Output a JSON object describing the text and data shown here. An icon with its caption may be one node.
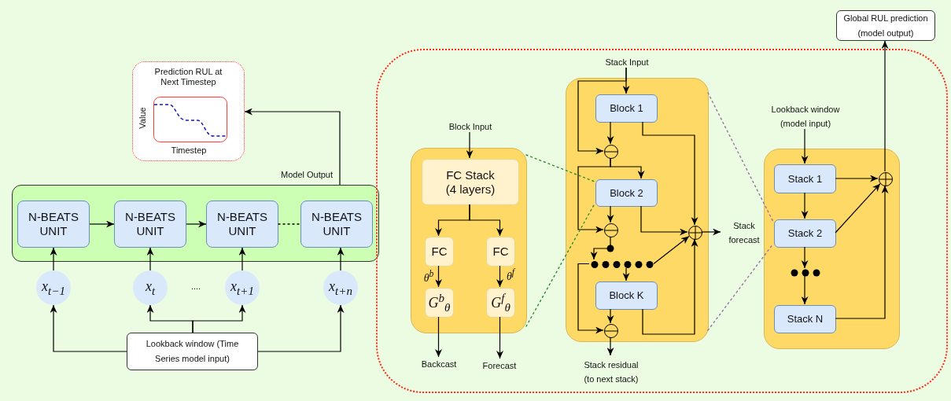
{
  "diagram": {
    "nodes": [
      {
        "text": [
          "Prediction RUL at Next Timestep"
        ]
      },
      {
        "text": [],
        "shape": "box"
      },
      {
        "text": [
          "N-BEATS UNIT"
        ],
        "in": 1
      },
      {
        "text": [
          "N-BEATS UNIT"
        ],
        "in": 1
      },
      {
        "text": [
          "N-BEATS UNIT"
        ],
        "in": 1
      },
      {
        "text": [
          "N-BEATS UNIT"
        ],
        "in": 1
      },
      {
        "text": [
          "x$_{t−1}$"
        ]
      },
      {
        "text": [
          "x$_{t}$"
        ]
      },
      {
        "text": [
          "x$_{t+1}$"
        ]
      },
      {
        "text": [
          "x$_{t+n}$"
        ]
      },
      {
        "text": [
          "Lookback window (Time Series model input)"
        ]
      },
      {
        "text": [],
        "shape": "box"
      },
      {
        "text": [],
        "shape": "box",
        "in": 11
      },
      {
        "text": [
          "FC Stack (4 layers)"
        ],
        "in": 12
      },
      {
        "text": [
          "FC"
        ],
        "in": 12
      },
      {
        "text": [
          "FC"
        ],
        "in": 12
      },
      {
        "text": [
          "G$^{b}$$_{θ}$"
        ],
        "in": 12
      },
      {
        "text": [
          "G$^{f}$$_{θ}$"
        ],
        "in": 12
      },
      {
        "text": [],
        "shape": "box",
        "in": 11
      },
      {
        "text": [
          "Block 1"
        ],
        "in": 18
      },
      {
        "text": [
          "Block 2"
        ],
        "in": 18
      },
      {
        "text": [
          "Block K"
        ],
        "in": 18
      },
      {
        "text": [],
        "shape": "circle",
        "in": 18
      },
      {
        "text": [],
        "shape": "circle",
        "in": 18
      },
      {
        "text": [],
        "shape": "circle",
        "in": 18
      },
      {
        "text": [],
        "shape": "circle",
        "in": 18
      },
      {
        "text": [],
        "shape": "dots",
        "in": 18
      },
      {
        "text": [
          "Stack forecast"
        ],
        "in": 11
      },
      {
        "text": [],
        "shape": "box",
        "in": 11
      },
      {
        "text": [
          "Stack 1"
        ],
        "in": 28
      },
      {
        "text": [
          "Stack 2"
        ],
        "in": 28
      },
      {
        "text": [],
        "shape": "dots",
        "in": 28
      },
      {
        "text": [
          "Stack N"
        ],
        "in": 28
      },
      {
        "text": [],
        "shape": "circle",
        "in": 28
      },
      {
        "text": [
          "Global RUL prediction (model output)"
        ]
      },
      {
        "text": [
          "Block Input"
        ],
        "in": 11
      },
      {
        "text": [
          "Backcast"
        ],
        "in": 11
      },
      {
        "text": [
          "Forecast"
        ],
        "in": 11
      },
      {
        "text": [
          "Stack Input"
        ],
        "in": 11
      },
      {
        "text": [
          "Stack residual (to next stack)"
        ],
        "in": 11
      },
      {
        "text": [
          "Lookback window (model input)"
        ],
        "in": 11
      }
    ],
    "edges": [
      {
        "from": 2,
        "to": 3,
        "arrow": "to"
      },
      {
        "from": 3,
        "to": 4,
        "arrow": "to"
      },
      {
        "from": 4,
        "to": 5,
        "arrow": "none",
        "style": "dashed"
      },
      {
        "from": 6,
        "to": 2,
        "arrow": "to"
      },
      {
        "from": 7,
        "to": 3,
        "arrow": "to"
      },
      {
        "from": 8,
        "to": 4,
        "arrow": "to"
      },
      {
        "from": 9,
        "to": 5,
        "arrow": "to"
      },
      {
        "from": 10,
        "to": 6,
        "arrow": "to"
      },
      {
        "from": 10,
        "to": 7,
        "arrow": "to"
      },
      {
        "from": 10,
        "to": 8,
        "arrow": "to"
      },
      {
        "from": 10,
        "to": 9,
        "arrow": "to"
      },
      {
        "from": 1,
        "to": 0,
        "arrow": "to",
        "label": "Model Output"
      },
      {
        "from": 35,
        "to": 13,
        "arrow": "to"
      },
      {
        "from": 13,
        "to": 14,
        "arrow": "to"
      },
      {
        "from": 13,
        "to": 15,
        "arrow": "to"
      },
      {
        "from": 14,
        "to": 16,
        "arrow": "to",
        "label": "θ$^{b}$"
      },
      {
        "from": 15,
        "to": 17,
        "arrow": "to",
        "label": "θ$^{f}$"
      },
      {
        "from": 16,
        "to": 36,
        "arrow": "to"
      },
      {
        "from": 17,
        "to": 37,
        "arrow": "to"
      },
      {
        "from": 38,
        "to": 19,
        "arrow": "to"
      },
      {
        "from": 38,
        "to": 22,
        "arrow": "to"
      },
      {
        "from": 19,
        "to": 22,
        "arrow": "to"
      },
      {
        "from": 19,
        "to": 25,
        "arrow": "to"
      },
      {
        "from": 22,
        "to": 20,
        "arrow": "to"
      },
      {
        "from": 22,
        "to": 23,
        "arrow": "to"
      },
      {
        "from": 20,
        "to": 23,
        "arrow": "to"
      },
      {
        "from": 20,
        "to": 25,
        "arrow": "to"
      },
      {
        "from": 23,
        "to": 26,
        "arrow": "to"
      },
      {
        "from": 26,
        "to": 21,
        "arrow": "to"
      },
      {
        "from": 26,
        "to": 24,
        "arrow": "to"
      },
      {
        "from": 26,
        "to": 25,
        "arrow": "to"
      },
      {
        "from": 21,
        "to": 24,
        "arrow": "to"
      },
      {
        "from": 21,
        "to": 25,
        "arrow": "to"
      },
      {
        "from": 24,
        "to": 39,
        "arrow": "to"
      },
      {
        "from": 25,
        "to": 27,
        "arrow": "to"
      },
      {
        "from": 40,
        "to": 29,
        "arrow": "to"
      },
      {
        "from": 29,
        "to": 30,
        "arrow": "to"
      },
      {
        "from": 30,
        "to": 31,
        "arrow": "to"
      },
      {
        "from": 31,
        "to": 32,
        "arrow": "to"
      },
      {
        "from": 29,
        "to": 33,
        "arrow": "to"
      },
      {
        "from": 30,
        "to": 33,
        "arrow": "to"
      },
      {
        "from": 32,
        "to": 33,
        "arrow": "to"
      },
      {
        "from": 33,
        "to": 34,
        "arrow": "to"
      },
      {
        "from": 12,
        "to": 20,
        "arrow": "none",
        "style": "dashed",
        "color": "#2e8b2e"
      },
      {
        "from": 12,
        "to": 20,
        "arrow": "none",
        "style": "dashed",
        "color": "#2e8b2e"
      },
      {
        "from": 18,
        "to": 30,
        "arrow": "none",
        "style": "dashed",
        "color": "#9673a6"
      },
      {
        "from": 18,
        "to": 30,
        "arrow": "none",
        "style": "dashed",
        "color": "#9673a6"
      }
    ],
    "labels": [
      "Value",
      "Timestep",
      "...."
    ]
  }
}
